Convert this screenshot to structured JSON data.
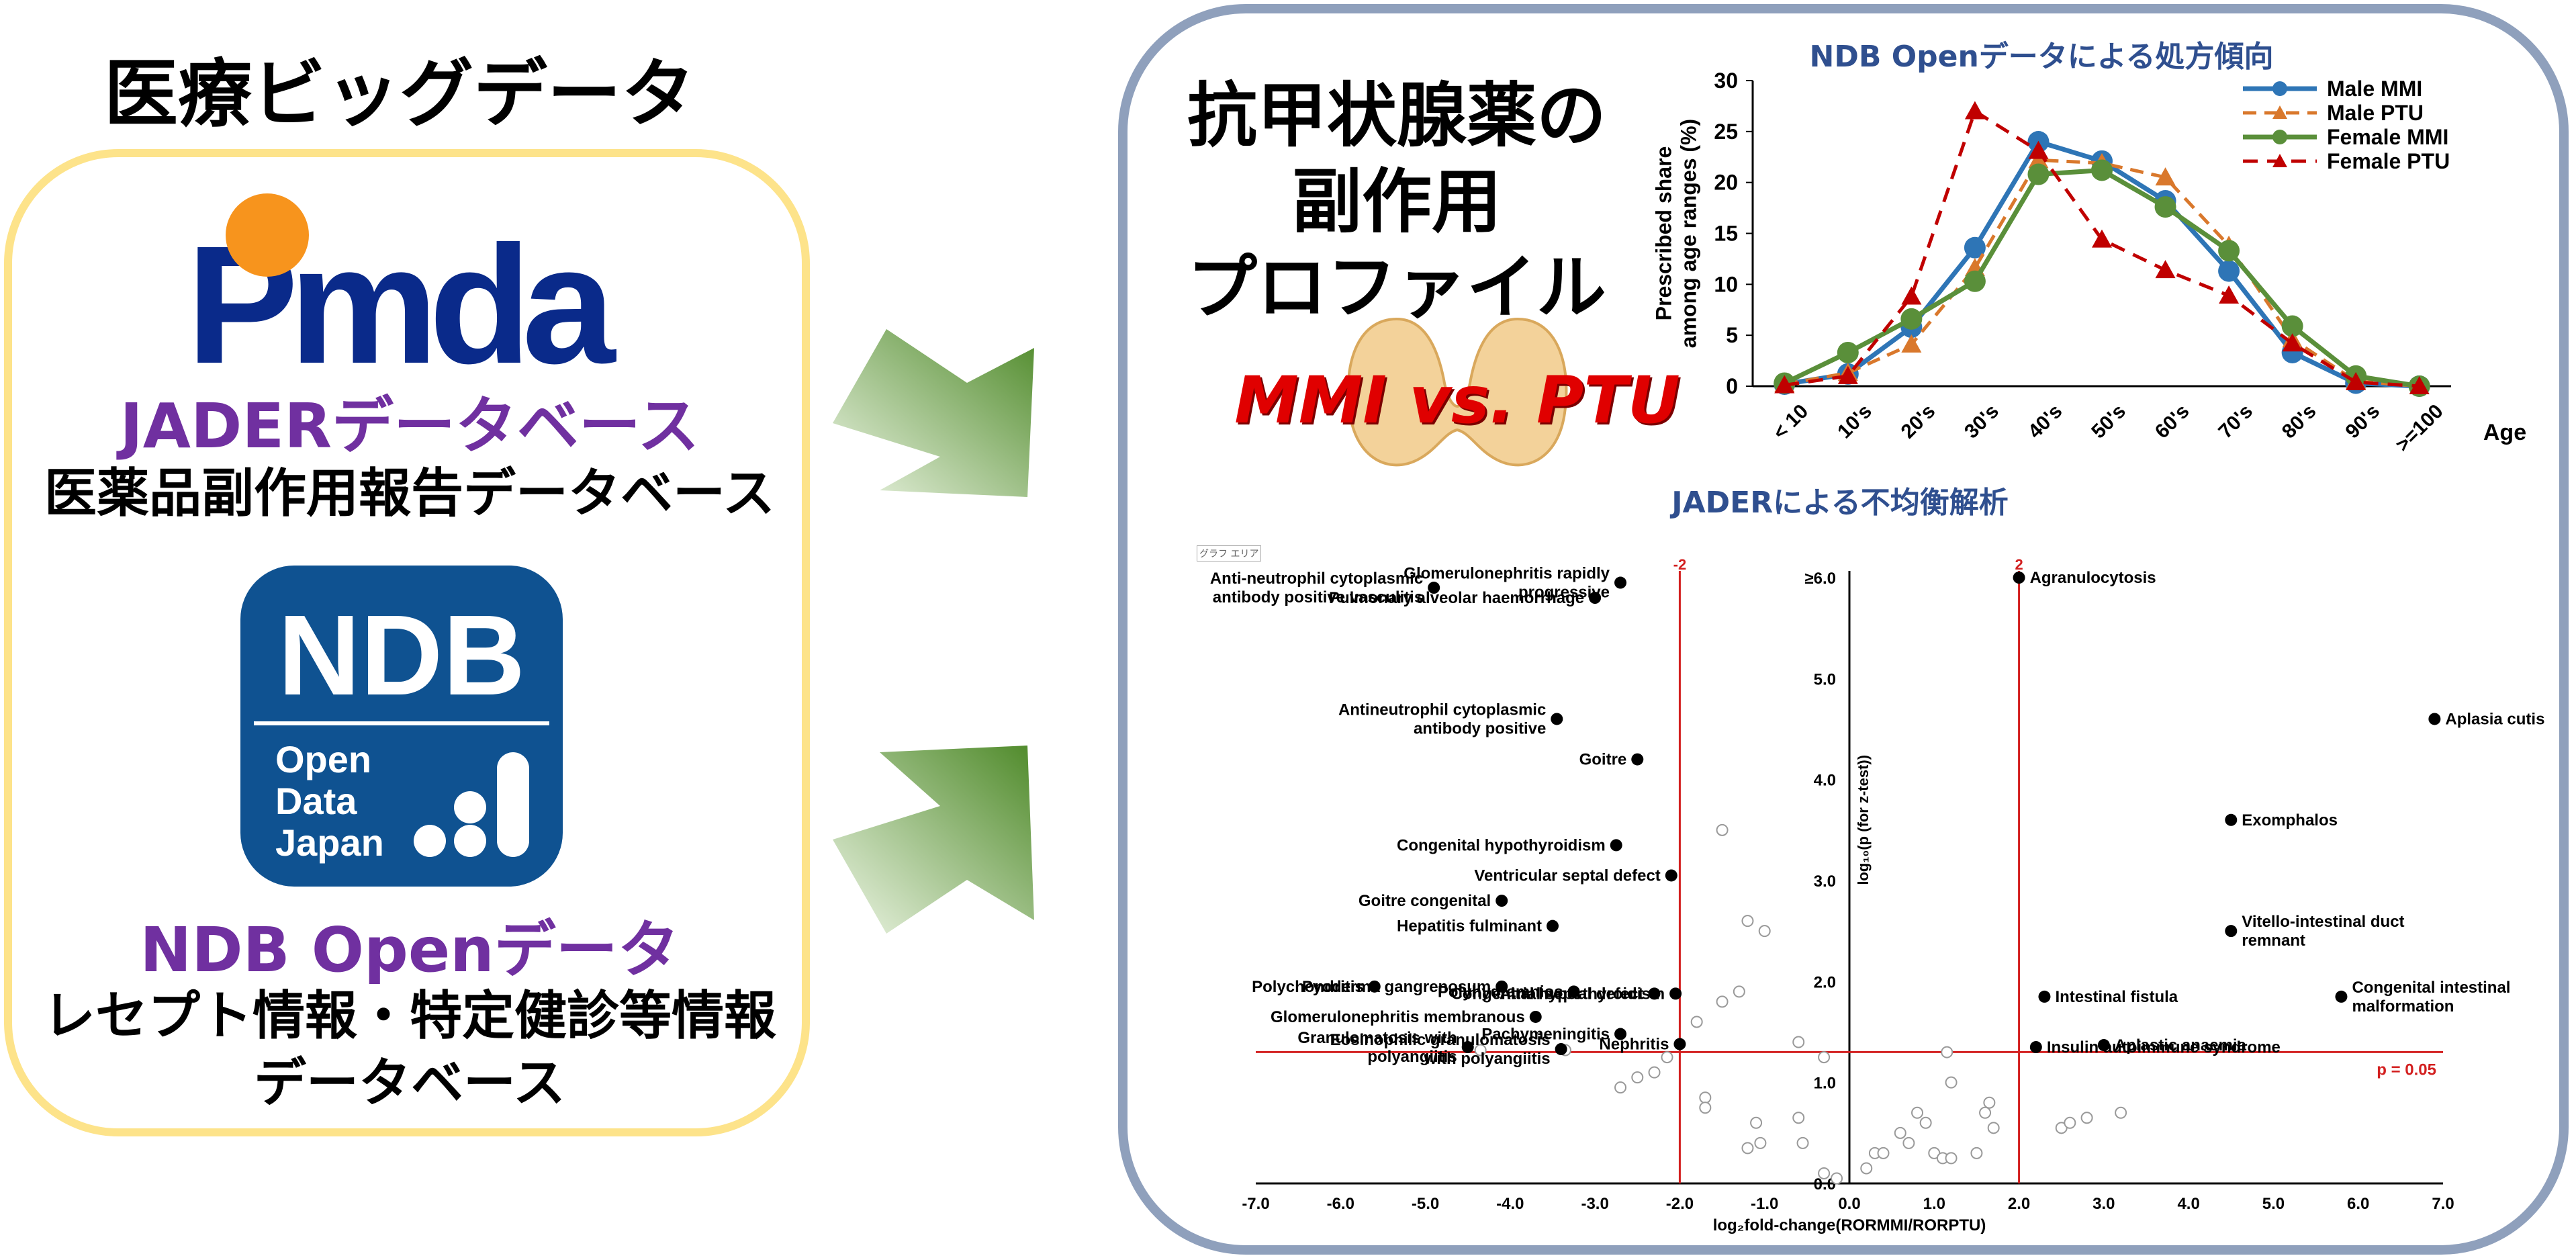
{
  "main_title": "医療ビッグデータ",
  "jader": {
    "title": "JADERデータベース",
    "subtitle": "医薬品副作用報告データベース"
  },
  "ndb": {
    "title": "NDB Openデータ",
    "subtitle_line1": "レセプト情報・特定健診等情報",
    "subtitle_line2": "データベース",
    "logo_text": "NDB",
    "logo_sub": [
      "Open",
      "Data",
      "Japan"
    ]
  },
  "pmda_logo_text": "Pmda",
  "profile": {
    "title_lines": [
      "抗甲状腺薬の",
      "副作用",
      "プロファイル"
    ],
    "drugs_label": "MMI vs. PTU"
  },
  "line_chart_title": "NDB Openデータによる処方傾向",
  "volcano_title": "JADERによる不均衡解析",
  "graph_area_label": "グラフ エリア",
  "colors": {
    "male_mmi": "#2e75b6",
    "male_ptu": "#d9782c",
    "female_mmi": "#5a8f3a",
    "female_ptu": "#c00000",
    "panel_border": "#8fa0bc",
    "left_border": "#fde38a",
    "title_purple": "#7030a0"
  },
  "chart_data": [
    {
      "type": "line",
      "title": "NDB Openデータによる処方傾向",
      "xlabel": "Age",
      "ylabel": "Prescribed share among age ranges (%)",
      "ylim": [
        0,
        30
      ],
      "yticks": [
        0,
        5,
        10,
        15,
        20,
        25,
        30
      ],
      "categories": [
        "< 10",
        "10's",
        "20's",
        "30's",
        "40's",
        "50's",
        "60's",
        "70's",
        "80's",
        "90's",
        ">=100"
      ],
      "series": [
        {
          "name": "Male MMI",
          "values": [
            0.2,
            1.2,
            5.8,
            13.6,
            24.0,
            22.1,
            18.2,
            11.3,
            3.3,
            0.3,
            0.0
          ]
        },
        {
          "name": "Male PTU",
          "values": [
            0.2,
            1.3,
            4.1,
            11.6,
            22.2,
            21.9,
            20.5,
            13.8,
            4.6,
            0.5,
            0.0
          ]
        },
        {
          "name": "Female MMI",
          "values": [
            0.3,
            3.3,
            6.6,
            10.3,
            20.8,
            21.2,
            17.6,
            13.3,
            5.9,
            1.0,
            0.0
          ]
        },
        {
          "name": "Female PTU",
          "values": [
            0.1,
            1.0,
            8.8,
            27.0,
            23.1,
            14.4,
            11.4,
            8.9,
            4.2,
            0.4,
            0.0
          ]
        }
      ],
      "legend": "top-right"
    },
    {
      "type": "scatter",
      "title": "JADERによる不均衡解析",
      "xlabel": "log₂fold-change(RORMMI/RORPTU)",
      "ylabel": "log₁₀(p (for z-test))",
      "xlim": [
        -7,
        7
      ],
      "ylim": [
        0,
        6
      ],
      "xticks": [
        "-7.0",
        "-6.0",
        "-5.0",
        "-4.0",
        "-3.0",
        "-2.0",
        "-1.0",
        "0.0",
        "1.0",
        "2.0",
        "3.0",
        "4.0",
        "5.0",
        "6.0",
        "7.0"
      ],
      "yticks": [
        "0.0",
        "1.0",
        "2.0",
        "3.0",
        "4.0",
        "5.0",
        "≥6.0"
      ],
      "thresholds": {
        "x_left": -2,
        "x_right": 2,
        "x_left_label": "-2",
        "x_right_label": "2",
        "p_line": 1.301,
        "p_label": "p = 0.05"
      },
      "labeled_points": [
        {
          "x": -4.9,
          "y": 5.9,
          "label": "Anti-neutrophil cytoplasmic antibody positive vasculitis"
        },
        {
          "x": -2.7,
          "y": 5.95,
          "label": "Glomerulonephritis rapidly progressive"
        },
        {
          "x": -3.0,
          "y": 5.8,
          "label": "Pulmonary alveolar haemorrhage"
        },
        {
          "x": -3.45,
          "y": 4.6,
          "label": "Antineutrophil cytoplasmic antibody positive"
        },
        {
          "x": -2.5,
          "y": 4.2,
          "label": "Goitre"
        },
        {
          "x": -2.75,
          "y": 3.35,
          "label": "Congenital hypothyroidism"
        },
        {
          "x": -2.1,
          "y": 3.05,
          "label": "Ventricular septal defect"
        },
        {
          "x": -4.1,
          "y": 2.8,
          "label": "Goitre congenital"
        },
        {
          "x": -3.5,
          "y": 2.55,
          "label": "Hepatitis fulminant"
        },
        {
          "x": -4.1,
          "y": 1.95,
          "label": "Pyoderma gangrenosum"
        },
        {
          "x": -5.6,
          "y": 1.95,
          "label": "Polychondritis"
        },
        {
          "x": -3.25,
          "y": 1.9,
          "label": "Polyhydramnios"
        },
        {
          "x": -2.3,
          "y": 1.88,
          "label": "Atrial septal defect"
        },
        {
          "x": -3.7,
          "y": 1.65,
          "label": "Glomerulonephritis membranous"
        },
        {
          "x": -4.5,
          "y": 1.35,
          "label": "Granulomatosis with polyangiitis"
        },
        {
          "x": -2.7,
          "y": 1.48,
          "label": "Pachymeningitis"
        },
        {
          "x": -3.4,
          "y": 1.33,
          "label": "Eosinophilic granulomatosis with polyangiitis"
        },
        {
          "x": -2.0,
          "y": 1.38,
          "label": "Nephritis"
        },
        {
          "x": -2.05,
          "y": 1.88,
          "label": "Congenital hyperthyroidism"
        },
        {
          "x": 2.0,
          "y": 6.0,
          "label": "Agranulocytosis"
        },
        {
          "x": 6.9,
          "y": 4.6,
          "label": "Aplasia cutis congenita"
        },
        {
          "x": 4.5,
          "y": 3.6,
          "label": "Exomphalos"
        },
        {
          "x": 4.5,
          "y": 2.5,
          "label": "Vitello-intestinal duct remnant"
        },
        {
          "x": 2.3,
          "y": 1.85,
          "label": "Intestinal fistula"
        },
        {
          "x": 5.8,
          "y": 1.85,
          "label": "Congenital intestinal malformation"
        },
        {
          "x": 3.0,
          "y": 1.37,
          "label": "Aplastic anaemia"
        },
        {
          "x": 2.2,
          "y": 1.35,
          "label": "Insulin autoimmune syndrome"
        }
      ],
      "unlabeled_points": [
        [
          -1.5,
          3.5
        ],
        [
          -1.2,
          2.6
        ],
        [
          -1.0,
          2.5
        ],
        [
          -1.3,
          1.9
        ],
        [
          -1.8,
          1.6
        ],
        [
          -1.5,
          1.8
        ],
        [
          -0.6,
          1.4
        ],
        [
          -2.15,
          1.25
        ],
        [
          -2.5,
          1.05
        ],
        [
          -2.3,
          1.1
        ],
        [
          -2.7,
          0.95
        ],
        [
          -1.7,
          0.85
        ],
        [
          -1.7,
          0.75
        ],
        [
          -1.1,
          0.6
        ],
        [
          -1.2,
          0.35
        ],
        [
          -1.05,
          0.4
        ],
        [
          -0.6,
          0.65
        ],
        [
          -0.55,
          0.4
        ],
        [
          -0.3,
          0.1
        ],
        [
          -0.15,
          0.05
        ],
        [
          0.2,
          0.15
        ],
        [
          0.3,
          0.3
        ],
        [
          0.4,
          0.3
        ],
        [
          0.6,
          0.5
        ],
        [
          0.7,
          0.4
        ],
        [
          0.8,
          0.7
        ],
        [
          0.9,
          0.6
        ],
        [
          1.0,
          0.3
        ],
        [
          1.1,
          0.25
        ],
        [
          1.2,
          0.25
        ],
        [
          1.5,
          0.3
        ],
        [
          1.7,
          0.55
        ],
        [
          1.65,
          0.8
        ],
        [
          1.6,
          0.7
        ],
        [
          2.5,
          0.55
        ],
        [
          2.6,
          0.6
        ],
        [
          2.8,
          0.65
        ],
        [
          3.2,
          0.7
        ],
        [
          1.15,
          1.3
        ],
        [
          1.2,
          1.0
        ],
        [
          -3.35,
          1.32
        ],
        [
          -4.35,
          1.32
        ],
        [
          -0.3,
          1.25
        ]
      ]
    }
  ]
}
